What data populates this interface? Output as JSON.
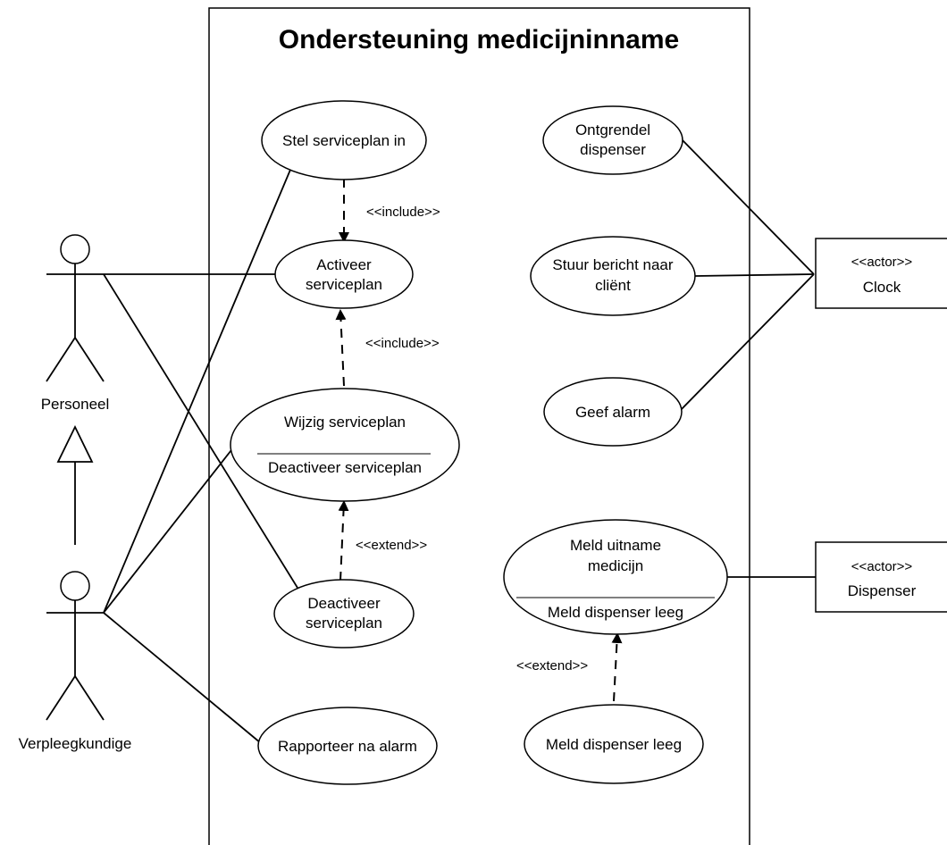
{
  "title": "Ondersteuning medicijninname",
  "actors": {
    "personeel": "Personeel",
    "verpleegkundige": "Verpleegkundige",
    "clock": {
      "stereotype": "<<actor>>",
      "name": "Clock"
    },
    "dispenser": {
      "stereotype": "<<actor>>",
      "name": "Dispenser"
    }
  },
  "use_cases": {
    "stel_serviceplan_in": "Stel serviceplan in",
    "activeer_1": "Activeer",
    "activeer_2": "serviceplan",
    "wijzig_top": "Wijzig serviceplan",
    "wijzig_bottom": "Deactiveer serviceplan",
    "deactiveer_1": "Deactiveer",
    "deactiveer_2": "serviceplan",
    "rapporteer": "Rapporteer na alarm",
    "ontgrendel_1": "Ontgrendel",
    "ontgrendel_2": "dispenser",
    "stuur_1": "Stuur bericht naar",
    "stuur_2": "cliënt",
    "geef_alarm": "Geef alarm",
    "meld_uitname_1": "Meld uitname",
    "meld_uitname_2": "medicijn",
    "meld_uitname_bottom": "Meld dispenser leeg",
    "meld_leeg": "Meld dispenser leeg"
  },
  "relations": {
    "include_1": "<<include>>",
    "include_2": "<<include>>",
    "extend_1": "<<extend>>",
    "extend_2": "<<extend>>"
  }
}
